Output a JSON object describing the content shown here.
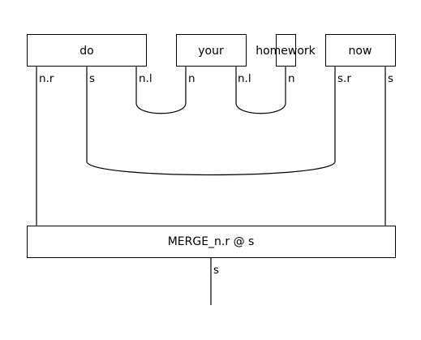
{
  "diagram": {
    "words": {
      "do": "do",
      "your": "your",
      "homework": "homework",
      "now": "now"
    },
    "types": {
      "do_nr": "n.r",
      "do_s": "s",
      "do_nl": "n.l",
      "your_n": "n",
      "your_nl": "n.l",
      "homework_n": "n",
      "now_sr": "s.r",
      "now_s": "s",
      "output_s": "s"
    },
    "merge_label": "MERGE_n.r @ s"
  }
}
